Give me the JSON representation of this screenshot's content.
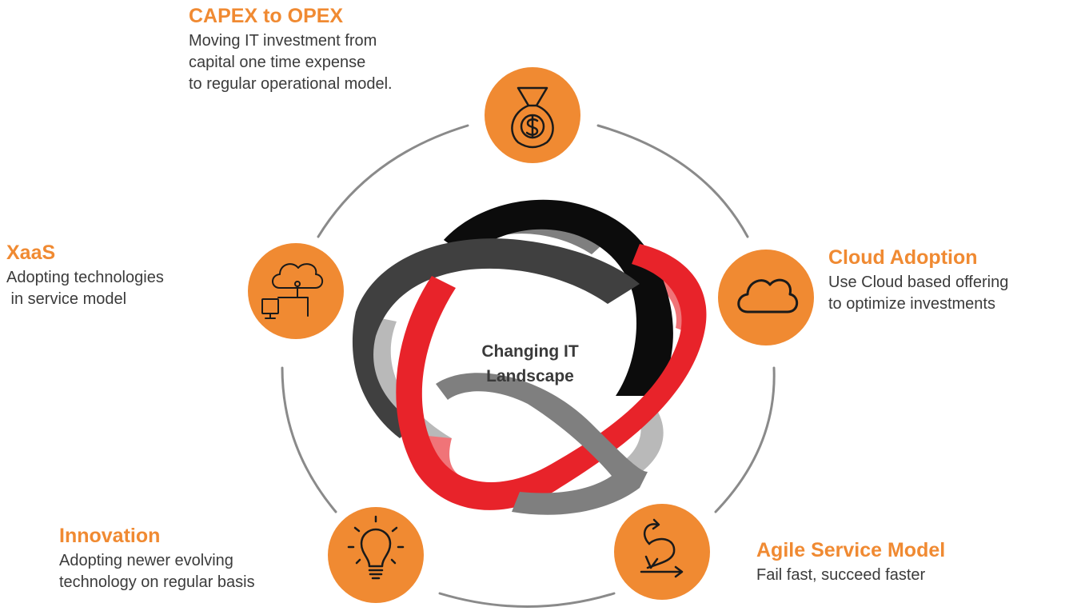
{
  "colors": {
    "accent": "#f08a32",
    "ring": "#8a8a8a",
    "band_red": "#e8232a",
    "band_black": "#0c0c0c",
    "band_dark_gray": "#404040",
    "band_gray": "#7f7f7f",
    "band_light_gray": "#b9b9b9",
    "band_pink": "#f07478"
  },
  "center": {
    "label": "Changing IT\nLandscape"
  },
  "nodes": [
    {
      "id": "capex",
      "icon": "money-bag-icon",
      "title": "CAPEX to OPEX",
      "description": "Moving IT investment from\ncapital one time expense\nto regular operational model."
    },
    {
      "id": "cloud",
      "icon": "cloud-icon",
      "title": "Cloud Adoption",
      "description": "Use Cloud based offering\nto optimize investments"
    },
    {
      "id": "agile",
      "icon": "agile-loop-icon",
      "title": "Agile Service Model",
      "description": "Fail fast, succeed faster"
    },
    {
      "id": "innovation",
      "icon": "lightbulb-icon",
      "title": "Innovation",
      "description": "Adopting newer evolving\ntechnology on regular basis"
    },
    {
      "id": "xaas",
      "icon": "cloud-network-icon",
      "title": "XaaS",
      "description": "Adopting technologies\n in service model"
    }
  ]
}
